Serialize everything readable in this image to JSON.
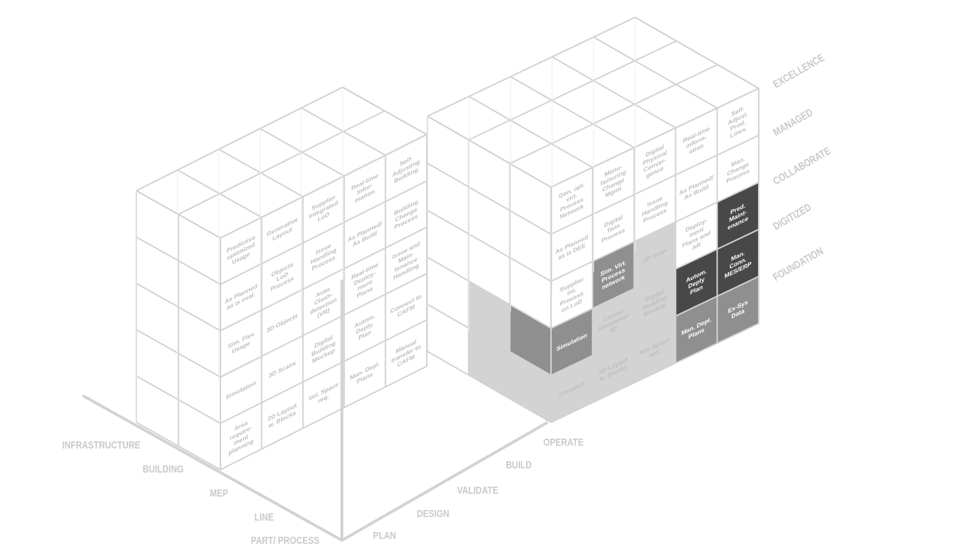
{
  "colors": {
    "grid": "#d2d2d2",
    "label": "#c9c9c9",
    "cell_text": "#bdbdbd",
    "light_fill": "#d3d3d3",
    "mid_fill": "#8f8f8f",
    "dark_fill": "#484848"
  },
  "levels": [
    "EXCELLENCE",
    "MANAGED",
    "COLLABORATE",
    "DIGITIZED",
    "FOUNDATION"
  ],
  "scope_axis": [
    "INFRASTRUCTURE",
    "BUILDING",
    "MEP",
    "LINE",
    "PART/ PROCESS"
  ],
  "phase_axis": [
    "PLAN",
    "DESIGN",
    "VALIDATE",
    "BUILD",
    "OPERATE"
  ],
  "building_block": {
    "columns": [
      [
        {
          "t": "Predictive\noptimized\nUsage"
        },
        {
          "t": "As Planned\nas is eval."
        },
        {
          "t": "Sim. Flex\nUsage"
        },
        {
          "t": "Simulation"
        },
        {
          "t": "Area\nrequire-\nment\nplanning"
        }
      ],
      [
        {
          "t": "Generative\nLayout"
        },
        {
          "t": "Objects\nLoD\nProcess"
        },
        {
          "t": "3D Objects"
        },
        {
          "t": "3D Scans"
        },
        {
          "t": "2D Layout\nw. Blocks"
        }
      ],
      [
        {
          "t": "Supplier\nIntegrated\nLoD"
        },
        {
          "t": "Issue\nHandling\nProcess"
        },
        {
          "t": "Auto.\nClash-\ndetection\n(VR)"
        },
        {
          "t": "Digital\nBuilding\nMockup"
        },
        {
          "t": "Vol. Space\nreq."
        }
      ],
      [
        {
          "t": "Real-time\nInfor-\nmation"
        },
        {
          "t": "As Planned/\nAs Build"
        },
        {
          "t": "Real-time\nDeploy-\nment\nPlans"
        },
        {
          "t": "Autom.\nDeply.\nPlan"
        },
        {
          "t": "Man. Depl.\nPlans"
        }
      ],
      [
        {
          "t": "Self-\nAdjusting\nBuilding"
        },
        {
          "t": "Building\nChange\nProcess"
        },
        {
          "t": "Issue and\nMain-\ntenance\nHandling"
        },
        {
          "t": "Connect to\nCAFM"
        },
        {
          "t": "Manual\ntransfer to\nCAFM"
        }
      ]
    ]
  },
  "production_block": {
    "columns": [
      [
        {
          "t": "Gen. opt.\nvirt.\nProcess\nNetwork"
        },
        {
          "t": "As Planned\nas is DEE"
        },
        {
          "t": "Supplier\nint.\nProcess\non LoD"
        },
        {
          "t": "Simulation",
          "f": "mid"
        },
        {
          "t": "Compact",
          "f": "light"
        }
      ],
      [
        {
          "t": "Manu-\nfacturing\nChange\nMgmt"
        },
        {
          "t": "Digital\nTwin\nProcess"
        },
        {
          "t": "Sim. Virt.\nProcess\nnetwork",
          "f": "mid"
        },
        {
          "t": "Layout\nSimulation\n3D",
          "f": "light"
        },
        {
          "t": "2D Layout\nw. Blocks",
          "f": "light"
        }
      ],
      [
        {
          "t": "Digital\nPhysical\nConver-\ngence"
        },
        {
          "t": "Issue\nHandling\nProcess"
        },
        {
          "t": "3D Scan",
          "f": "light"
        },
        {
          "t": "Digital\nBuilding\nMockup",
          "f": "light"
        },
        {
          "t": "Vol. Space\nreq.",
          "f": "light"
        }
      ],
      [
        {
          "t": "Real-time\ninform-\nation"
        },
        {
          "t": "As Planned/\nAs Build"
        },
        {
          "t": "Deploy-\nment\nPlans and\nAR"
        },
        {
          "t": "Autom.\nDeply\nPlan",
          "f": "dark"
        },
        {
          "t": "Man. Depl.\nPlans",
          "f": "mid"
        }
      ],
      [
        {
          "t": "Self-\nAdjust.\nProd.\nLines"
        },
        {
          "t": "Man.\nChange\nProcess"
        },
        {
          "t": "Pred.\nMaint-\nenance",
          "f": "dark"
        },
        {
          "t": "Man.\nConn.\nMES/ERP",
          "f": "dark"
        },
        {
          "t": "Ex-Sys\nData",
          "f": "mid"
        }
      ]
    ],
    "side_fills": [
      {
        "depth": 0,
        "row": 3,
        "f": "mid"
      },
      {
        "depth": 0,
        "row": 4,
        "f": "light"
      },
      {
        "depth": 1,
        "row": 3,
        "f": "light"
      },
      {
        "depth": 1,
        "row": 4,
        "f": "light"
      }
    ]
  }
}
